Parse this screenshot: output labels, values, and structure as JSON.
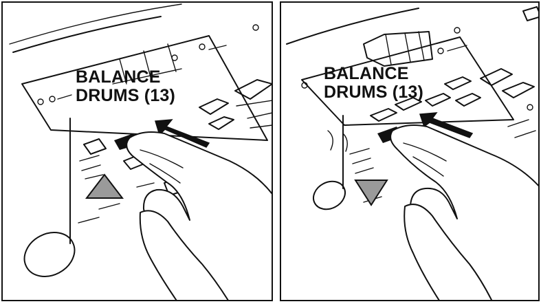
{
  "left_panel": {
    "label_line1": "BALANCE",
    "label_line2": "DRUMS (13)",
    "indicator": "up-triangle",
    "triangle_color": "#9a9a9a"
  },
  "right_panel": {
    "label_line1": "BALANCE",
    "label_line2": "DRUMS (13)",
    "indicator": "down-triangle",
    "triangle_color": "#9a9a9a"
  },
  "icons": [
    "music-note-icon",
    "arrow-icon",
    "hand-icon",
    "triangle-up-icon",
    "triangle-down-icon"
  ]
}
